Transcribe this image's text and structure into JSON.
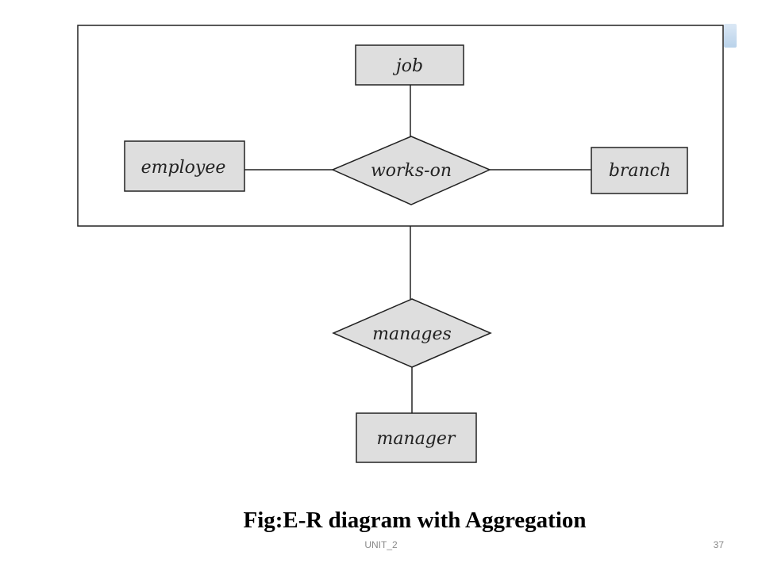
{
  "diagram": {
    "entities": {
      "job": "job",
      "employee": "employee",
      "branch": "branch",
      "manager": "manager"
    },
    "relationships": {
      "works_on": "works-on",
      "manages": "manages"
    }
  },
  "caption": "Fig:E-R diagram with Aggregation",
  "footer": {
    "label": "UNIT_2",
    "page": "37"
  },
  "colors": {
    "shape_fill": "#dedede",
    "stroke": "#222222",
    "footer_text": "#8a8a8a"
  }
}
